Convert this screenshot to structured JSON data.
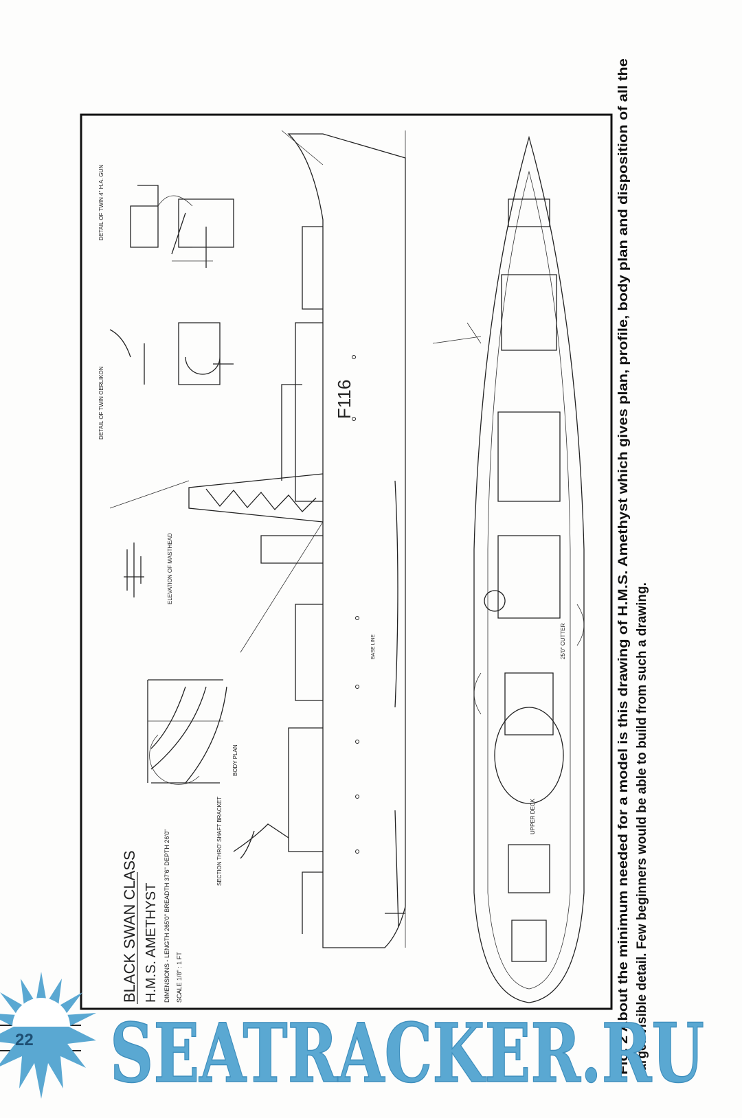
{
  "drawing": {
    "class_title": "BLACK SWAN CLASS",
    "ship_name": "H.M.S. AMETHYST",
    "dimensions": "DIMENSIONS - LENGTH 265'0\" BREADTH 37'6\" DEPTH 26'0\"",
    "scale": "SCALE 1/8\" : 1 FT",
    "pennant": "F116",
    "labels": {
      "body_plan": "BODY PLAN",
      "masthead": "ELEVATION OF MASTHEAD",
      "oerlikon": "DETAIL OF TWIN OERLIKON",
      "gun": "DETAIL OF TWIN 4\" H.A. GUN",
      "shaft": "SECTION THRO' SHAFT BRACKET",
      "base_line": "BASE LINE",
      "upper_deck": "UPPER DECK",
      "cutter": "25'0\" CUTTER"
    }
  },
  "caption": {
    "line1": "Fig. 2 About the minimum needed for a model is this drawing of H.M.S. Amethyst which gives plan, profile, body plan and disposition of all the",
    "line2": "larger visible detail. Few beginners would be able to build from such a drawing."
  },
  "page_number": "22",
  "watermark": "SEATRACKER.RU",
  "colors": {
    "watermark": "#5aa8d2",
    "ink": "#222222"
  }
}
